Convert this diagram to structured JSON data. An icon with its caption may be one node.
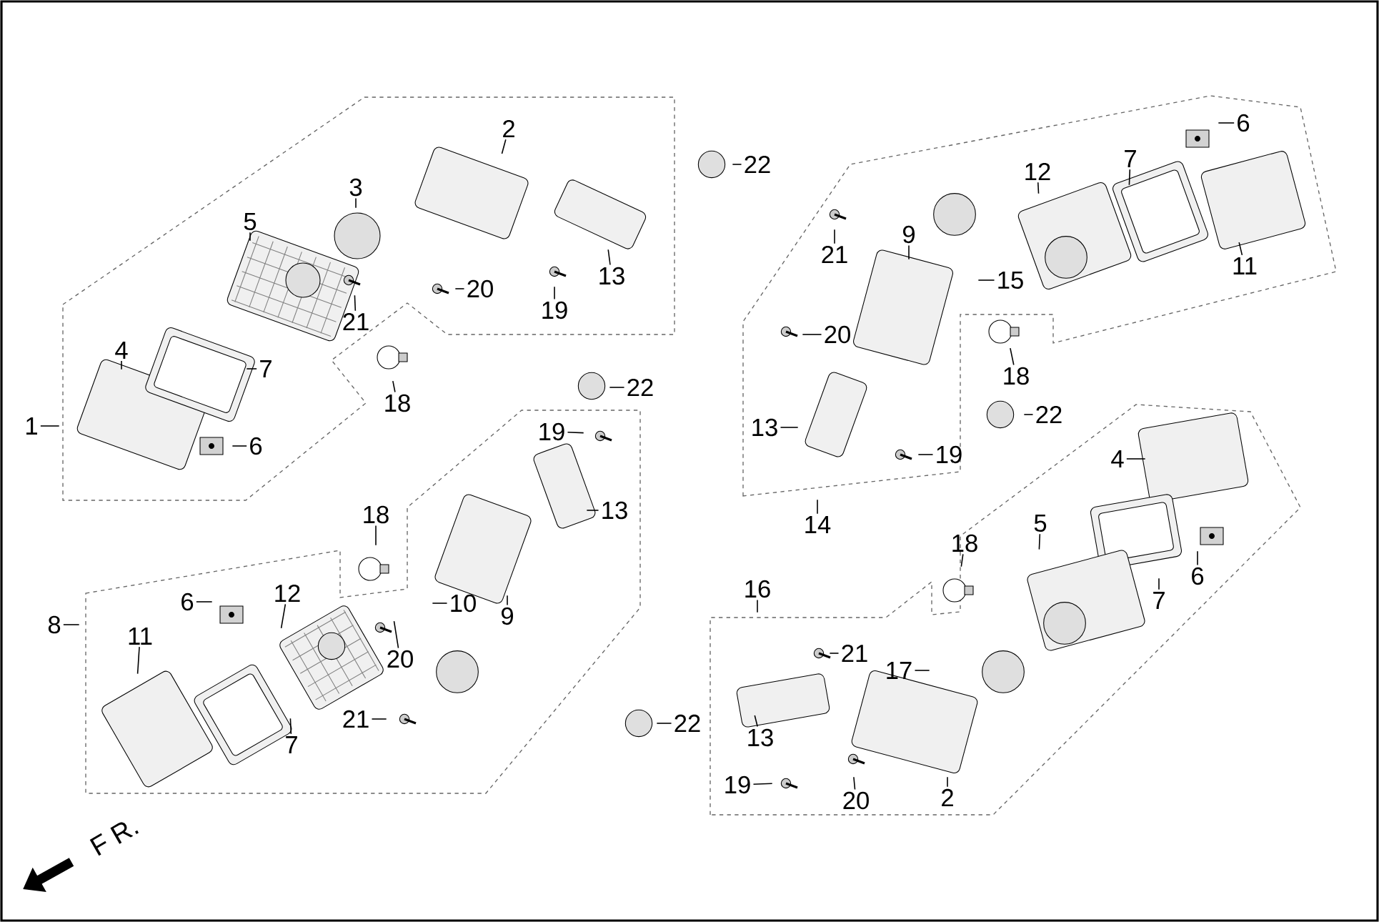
{
  "diagram": {
    "nodes": [
      {
        "text": [
          "1"
        ]
      },
      {
        "text": [
          "2"
        ]
      },
      {
        "text": [
          "3"
        ]
      },
      {
        "text": [
          "4"
        ]
      },
      {
        "text": [
          "5"
        ]
      },
      {
        "text": [
          "7"
        ]
      },
      {
        "text": [
          "6"
        ]
      },
      {
        "text": [
          "13"
        ]
      },
      {
        "text": [
          "21"
        ]
      },
      {
        "text": [
          "20"
        ]
      },
      {
        "text": [
          "19"
        ]
      },
      {
        "text": [
          "18"
        ]
      },
      {
        "text": [
          "22"
        ]
      },
      {
        "text": [
          "22"
        ]
      },
      {
        "text": [
          "19"
        ]
      },
      {
        "text": [
          "13"
        ]
      },
      {
        "text": [
          "18"
        ]
      },
      {
        "text": [
          "10"
        ]
      },
      {
        "text": [
          "9"
        ]
      },
      {
        "text": [
          "8"
        ]
      },
      {
        "text": [
          "6"
        ]
      },
      {
        "text": [
          "12"
        ]
      },
      {
        "text": [
          "11"
        ]
      },
      {
        "text": [
          "20"
        ]
      },
      {
        "text": [
          "7"
        ]
      },
      {
        "text": [
          "21"
        ]
      },
      {
        "text": [
          "22"
        ]
      },
      {
        "text": [
          "9"
        ]
      },
      {
        "text": [
          "12"
        ]
      },
      {
        "text": [
          "7"
        ]
      },
      {
        "text": [
          "6"
        ]
      },
      {
        "text": [
          "11"
        ]
      },
      {
        "text": [
          "21"
        ]
      },
      {
        "text": [
          "15"
        ]
      },
      {
        "text": [
          "20"
        ]
      },
      {
        "text": [
          "18"
        ]
      },
      {
        "text": [
          "22"
        ]
      },
      {
        "text": [
          "13"
        ]
      },
      {
        "text": [
          "19"
        ]
      },
      {
        "text": [
          "14"
        ]
      },
      {
        "text": [
          "4"
        ]
      },
      {
        "text": [
          "5"
        ]
      },
      {
        "text": [
          "18"
        ]
      },
      {
        "text": [
          "6"
        ]
      },
      {
        "text": [
          "7"
        ]
      },
      {
        "text": [
          "16"
        ]
      },
      {
        "text": [
          "21"
        ]
      },
      {
        "text": [
          "17"
        ]
      },
      {
        "text": [
          "13"
        ]
      },
      {
        "text": [
          "19"
        ]
      },
      {
        "text": [
          "20"
        ]
      },
      {
        "text": [
          "2"
        ]
      }
    ],
    "edges": [
      {
        "from": 0,
        "to": null,
        "arrow": "none"
      },
      {
        "from": 1,
        "to": null,
        "arrow": "none"
      },
      {
        "from": 2,
        "to": null,
        "arrow": "none"
      },
      {
        "from": 3,
        "to": null,
        "arrow": "none"
      },
      {
        "from": 4,
        "to": null,
        "arrow": "none"
      },
      {
        "from": 5,
        "to": null,
        "arrow": "none"
      },
      {
        "from": 6,
        "to": null,
        "arrow": "none"
      },
      {
        "from": 7,
        "to": null,
        "arrow": "none"
      },
      {
        "from": 8,
        "to": null,
        "arrow": "none"
      },
      {
        "from": 9,
        "to": null,
        "arrow": "none"
      },
      {
        "from": 10,
        "to": null,
        "arrow": "none"
      },
      {
        "from": 11,
        "to": null,
        "arrow": "none"
      },
      {
        "from": 12,
        "to": null,
        "arrow": "none"
      },
      {
        "from": 13,
        "to": null,
        "arrow": "none"
      },
      {
        "from": 14,
        "to": null,
        "arrow": "none"
      },
      {
        "from": 15,
        "to": null,
        "arrow": "none"
      },
      {
        "from": 16,
        "to": null,
        "arrow": "none"
      },
      {
        "from": 17,
        "to": null,
        "arrow": "none"
      },
      {
        "from": 18,
        "to": null,
        "arrow": "none"
      },
      {
        "from": 19,
        "to": null,
        "arrow": "none"
      },
      {
        "from": 20,
        "to": null,
        "arrow": "none"
      },
      {
        "from": 21,
        "to": null,
        "arrow": "none"
      },
      {
        "from": 22,
        "to": null,
        "arrow": "none"
      },
      {
        "from": 23,
        "to": null,
        "arrow": "none"
      },
      {
        "from": 24,
        "to": null,
        "arrow": "none"
      },
      {
        "from": 25,
        "to": null,
        "arrow": "none"
      },
      {
        "from": 26,
        "to": null,
        "arrow": "none"
      },
      {
        "from": 27,
        "to": null,
        "arrow": "none"
      },
      {
        "from": 28,
        "to": null,
        "arrow": "none"
      },
      {
        "from": 29,
        "to": null,
        "arrow": "none"
      },
      {
        "from": 30,
        "to": null,
        "arrow": "none"
      },
      {
        "from": 31,
        "to": null,
        "arrow": "none"
      },
      {
        "from": 32,
        "to": null,
        "arrow": "none"
      },
      {
        "from": 33,
        "to": null,
        "arrow": "none"
      },
      {
        "from": 34,
        "to": null,
        "arrow": "none"
      },
      {
        "from": 35,
        "to": null,
        "arrow": "none"
      },
      {
        "from": 36,
        "to": null,
        "arrow": "none"
      },
      {
        "from": 37,
        "to": null,
        "arrow": "none"
      },
      {
        "from": 38,
        "to": null,
        "arrow": "none"
      },
      {
        "from": 39,
        "to": null,
        "arrow": "none"
      },
      {
        "from": 40,
        "to": null,
        "arrow": "none"
      },
      {
        "from": 41,
        "to": null,
        "arrow": "none"
      },
      {
        "from": 42,
        "to": null,
        "arrow": "none"
      },
      {
        "from": 43,
        "to": null,
        "arrow": "none"
      },
      {
        "from": 44,
        "to": null,
        "arrow": "none"
      },
      {
        "from": 45,
        "to": null,
        "arrow": "none"
      },
      {
        "from": 46,
        "to": null,
        "arrow": "none"
      },
      {
        "from": 47,
        "to": null,
        "arrow": "none"
      },
      {
        "from": 48,
        "to": null,
        "arrow": "none"
      },
      {
        "from": 49,
        "to": null,
        "arrow": "none"
      },
      {
        "from": 50,
        "to": null,
        "arrow": "none"
      },
      {
        "from": 51,
        "to": null,
        "arrow": "none"
      }
    ],
    "labels": [
      "F R."
    ]
  }
}
